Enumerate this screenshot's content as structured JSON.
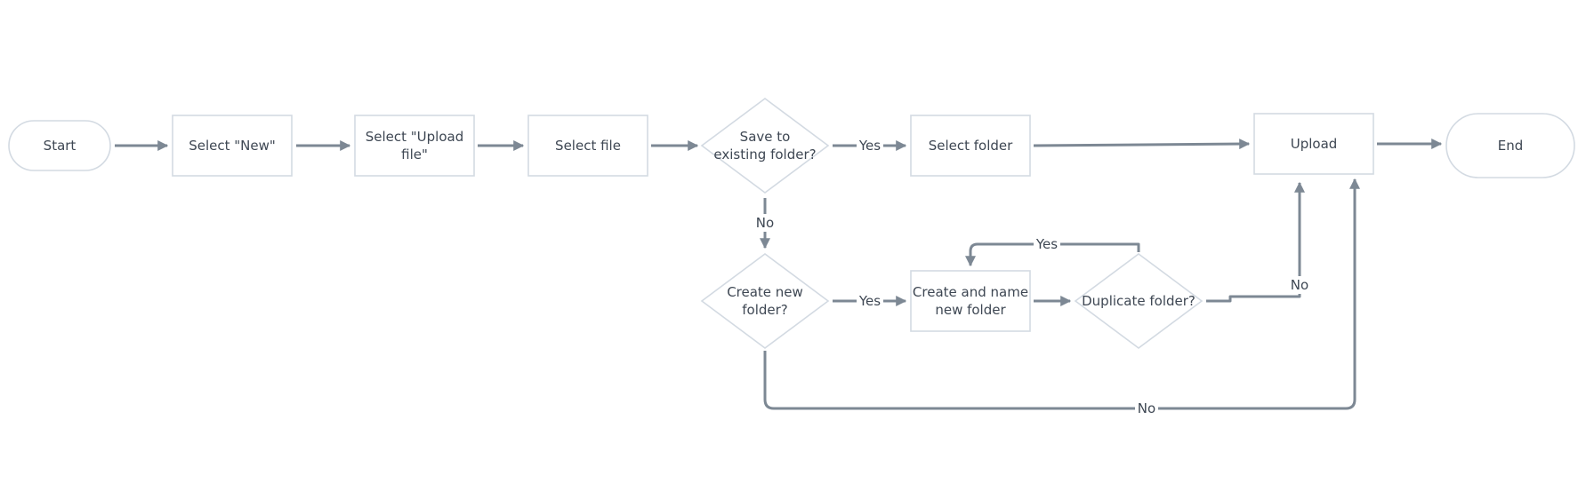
{
  "nodes": {
    "start": {
      "label": "Start"
    },
    "select_new": {
      "label": "Select \"New\""
    },
    "select_upload_file": {
      "label": [
        "Select \"Upload",
        "file\""
      ]
    },
    "select_file": {
      "label": "Select file"
    },
    "save_to_existing": {
      "label": [
        "Save to",
        "existing folder?"
      ]
    },
    "select_folder": {
      "label": "Select folder"
    },
    "upload": {
      "label": "Upload"
    },
    "end": {
      "label": "End"
    },
    "create_new_folder": {
      "label": [
        "Create new",
        "folder?"
      ]
    },
    "create_and_name": {
      "label": [
        "Create and name",
        "new folder"
      ]
    },
    "duplicate_folder": {
      "label": "Duplicate folder?"
    }
  },
  "edges": {
    "save_yes": "Yes",
    "save_no": "No",
    "create_yes": "Yes",
    "duplicate_yes": "Yes",
    "duplicate_no": "No",
    "create_no": "No"
  },
  "colors": {
    "connector": "#7d8894",
    "node_border": "#d3dae2",
    "text": "#3e4753",
    "background": "#ffffff"
  }
}
